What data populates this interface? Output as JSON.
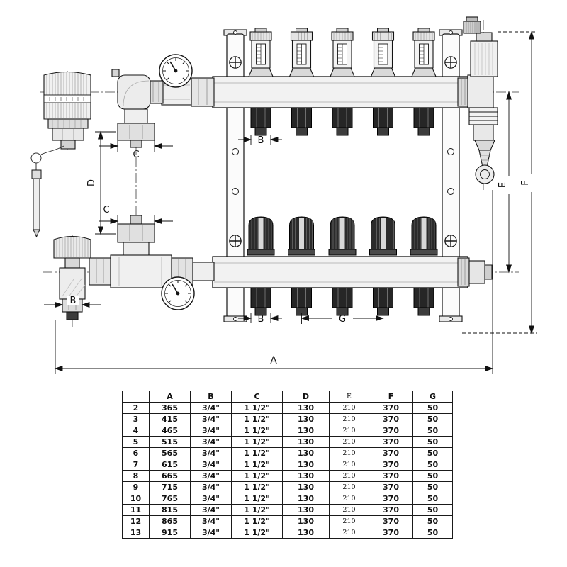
{
  "diagram": {
    "dimension_labels": {
      "A": "A",
      "B": "B",
      "C": "C",
      "D": "D",
      "E": "E",
      "F": "F",
      "G": "G"
    }
  },
  "table": {
    "headers": [
      "",
      "A",
      "B",
      "C",
      "D",
      "E",
      "F",
      "G"
    ],
    "rows": [
      [
        "2",
        "365",
        "3/4\"",
        "1 1/2\"",
        "130",
        "210",
        "370",
        "50"
      ],
      [
        "3",
        "415",
        "3/4\"",
        "1 1/2\"",
        "130",
        "210",
        "370",
        "50"
      ],
      [
        "4",
        "465",
        "3/4\"",
        "1 1/2\"",
        "130",
        "210",
        "370",
        "50"
      ],
      [
        "5",
        "515",
        "3/4\"",
        "1 1/2\"",
        "130",
        "210",
        "370",
        "50"
      ],
      [
        "6",
        "565",
        "3/4\"",
        "1 1/2\"",
        "130",
        "210",
        "370",
        "50"
      ],
      [
        "7",
        "615",
        "3/4\"",
        "1 1/2\"",
        "130",
        "210",
        "370",
        "50"
      ],
      [
        "8",
        "665",
        "3/4\"",
        "1 1/2\"",
        "130",
        "210",
        "370",
        "50"
      ],
      [
        "9",
        "715",
        "3/4\"",
        "1 1/2\"",
        "130",
        "210",
        "370",
        "50"
      ],
      [
        "10",
        "765",
        "3/4\"",
        "1 1/2\"",
        "130",
        "210",
        "370",
        "50"
      ],
      [
        "11",
        "815",
        "3/4\"",
        "1 1/2\"",
        "130",
        "210",
        "370",
        "50"
      ],
      [
        "12",
        "865",
        "3/4\"",
        "1 1/2\"",
        "130",
        "210",
        "370",
        "50"
      ],
      [
        "13",
        "915",
        "3/4\"",
        "1 1/2\"",
        "130",
        "210",
        "370",
        "50"
      ]
    ]
  }
}
